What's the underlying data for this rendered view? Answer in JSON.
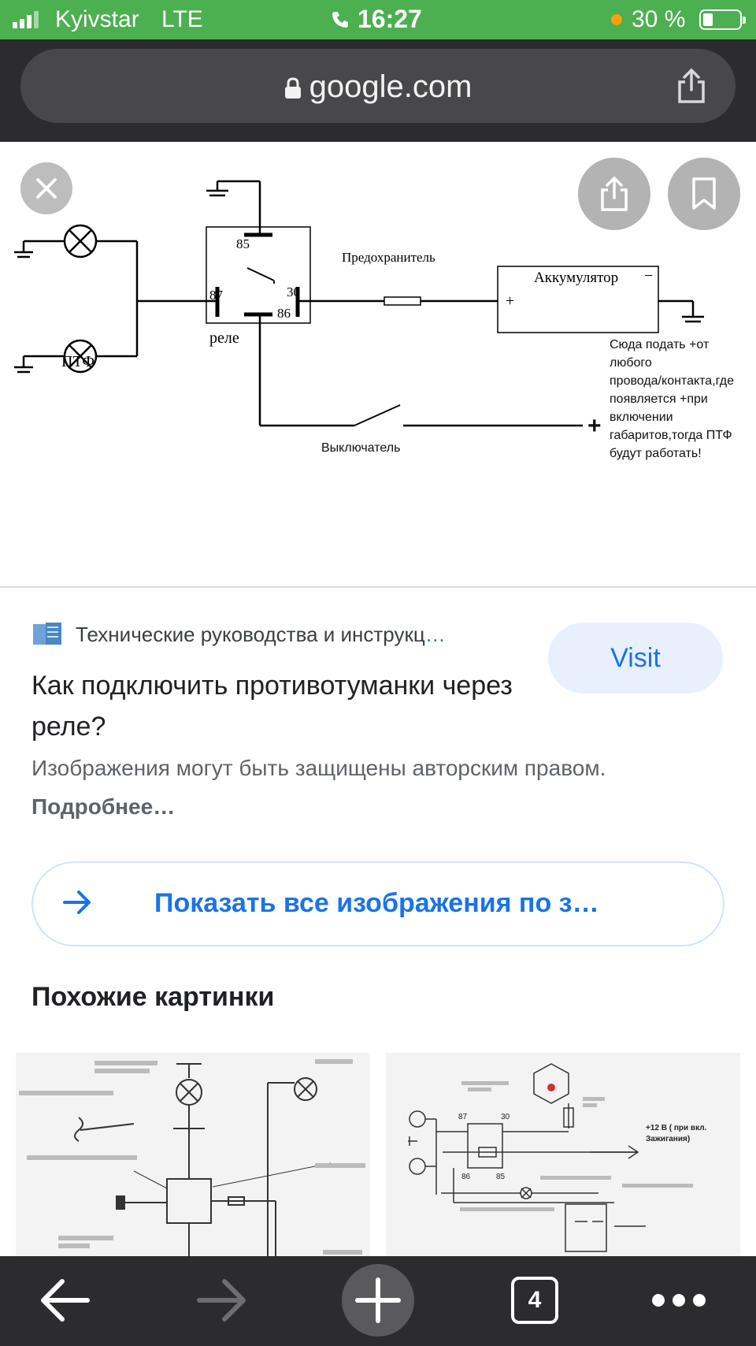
{
  "status_bar": {
    "carrier": "Kyivstar",
    "network": "LTE",
    "time": "16:27",
    "battery_percent": "30 %",
    "icons": [
      "signal-icon",
      "phone-icon",
      "battery-icon"
    ]
  },
  "url_bar": {
    "domain": "google.com",
    "icons": [
      "lock-icon",
      "share-icon"
    ]
  },
  "image_viewer": {
    "diagram": {
      "pins": [
        "85",
        "87",
        "30",
        "86"
      ],
      "relay_label": "реле",
      "fuse_label": "Предохранитель",
      "battery_label": "Аккумулятор",
      "battery_plus": "+",
      "battery_minus": "−",
      "fog_lights_label": "ПТФ",
      "switch_label": "Выключатель",
      "plus_sign": "+",
      "note_lines": [
        "Сюда подать +от",
        "любого",
        "провода/контакта,где",
        "появляется +при",
        "включении",
        "габаритов,тогда ПТФ",
        "будут работать!"
      ]
    },
    "buttons": [
      "close-icon",
      "share-icon",
      "bookmark-icon"
    ]
  },
  "result": {
    "site_name": "Технические руководства и инструкц",
    "site_ellipsis": "…",
    "visit_label": "Visit",
    "title": "Как подключить противотуманки через реле?",
    "copyright_text": "Изображения могут быть защищены авторским правом.",
    "copyright_link": "Подробнее…",
    "show_all_label": "Показать все изображения по з…"
  },
  "similar": {
    "heading": "Похожие картинки",
    "thumb2": {
      "pins": [
        "87",
        "30",
        "86",
        "85"
      ],
      "plus_12v_line1": "+12 В ( при вкл.",
      "plus_12v_line2": "Зажигания)"
    }
  },
  "toolbar": {
    "tab_count": "4",
    "icons": [
      "back-arrow-icon",
      "forward-arrow-icon",
      "plus-icon",
      "tabs-icon",
      "more-icon"
    ]
  },
  "colors": {
    "status_green": "#4caf50",
    "chrome_dark": "#2c2c2e",
    "link_blue": "#1a73e8",
    "visit_bg": "#e8f0fe"
  }
}
